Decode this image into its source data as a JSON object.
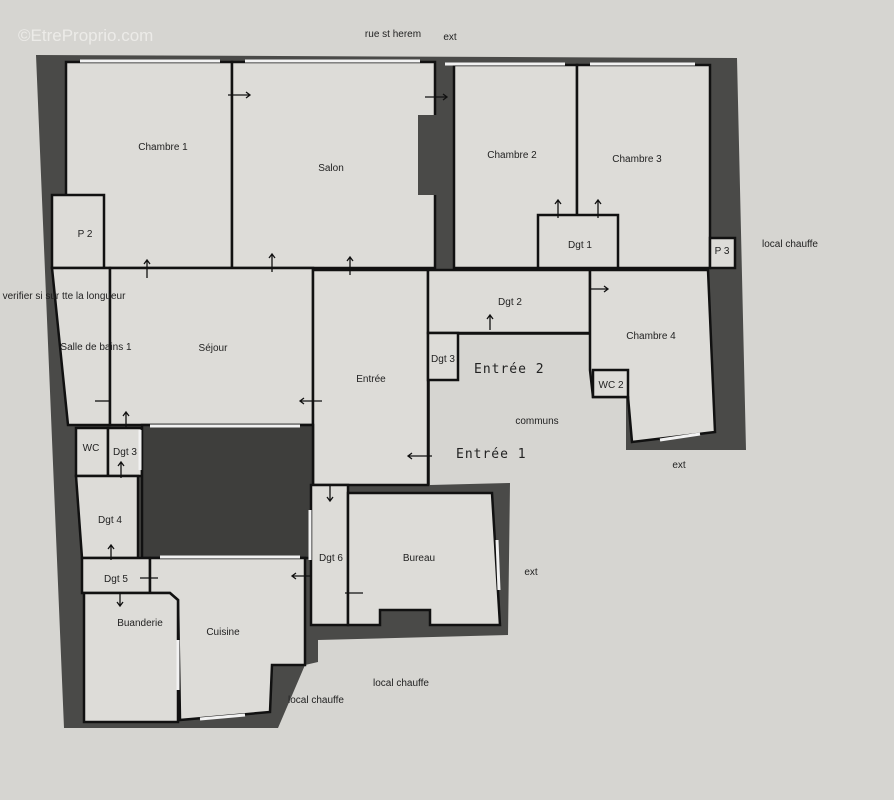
{
  "watermark": "©EtreProprio.com",
  "street": "rue st herem",
  "outside_labels": {
    "ext_top": "ext",
    "ext_right_bottom": "ext",
    "ext_middle": "ext",
    "local_chauffe_right": "local chauffe",
    "local_chauffe_bottom": "local chauffe",
    "local_chauffe_bottom2": "local chauffe",
    "communs": "communs"
  },
  "note": "verifier si sur tte la longueur",
  "handwritten": {
    "entree2": "Entrée 2",
    "entree1": "Entrée 1"
  },
  "rooms": {
    "chambre1": "Chambre 1",
    "salon": "Salon",
    "chambre2": "Chambre 2",
    "chambre3": "Chambre 3",
    "p2": "P 2",
    "dgt1": "Dgt 1",
    "p3": "P 3",
    "salle_de_bains": "Salle de bains 1",
    "sejour": "Séjour",
    "entree": "Entrée",
    "dgt2": "Dgt 2",
    "dgt3_right": "Dgt 3",
    "chambre4": "Chambre 4",
    "wc2": "WC 2",
    "wc": "WC",
    "dgt3_left": "Dgt 3",
    "dgt4": "Dgt 4",
    "dgt5": "Dgt 5",
    "cuisine": "Cuisine",
    "buanderie": "Buanderie",
    "dgt6": "Dgt 6",
    "bureau": "Bureau"
  },
  "colors": {
    "paper": "#d6d5d1",
    "wall": "#4a4a48",
    "room": "#dddcd8"
  }
}
